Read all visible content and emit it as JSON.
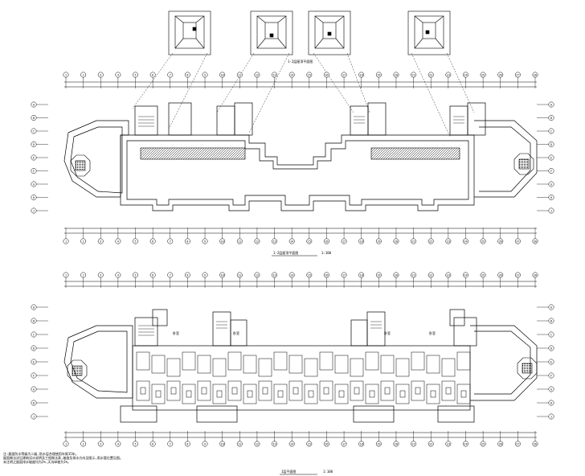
{
  "drawing": {
    "upper_plan_title": "1-2层屋顶平面图",
    "upper_plan_scale": "1:100",
    "lower_plan_title": "1层平面图",
    "lower_plan_scale": "1:100",
    "roof_detail_title": "1-2层屋顶平面图",
    "general_notes": [
      "注:屋面防水等级为二级,防水层合理使用年限15年。",
      "屋面做法详见建筑设计说明及工程做法表,坡度及排水方向见图示,雨水管位置见图。",
      "未注明之屋面排水坡度均为2%,天沟纵坡为1%。"
    ],
    "rooms": [
      "卧室",
      "卧室",
      "卧室",
      "卧室"
    ]
  },
  "grid_top_labels": [
    "1",
    "2",
    "3",
    "4",
    "5",
    "6",
    "7",
    "8",
    "9",
    "10",
    "11",
    "12",
    "13",
    "14",
    "15",
    "16",
    "17",
    "18",
    "19",
    "20",
    "21",
    "22",
    "23",
    "24",
    "25",
    "26",
    "27",
    "28"
  ],
  "grid_side_labels": [
    "A",
    "B",
    "C",
    "D",
    "E",
    "F",
    "G",
    "H",
    "J"
  ],
  "colors": {
    "line": "#000000",
    "paper": "#ffffff",
    "hatch": "#000000"
  }
}
